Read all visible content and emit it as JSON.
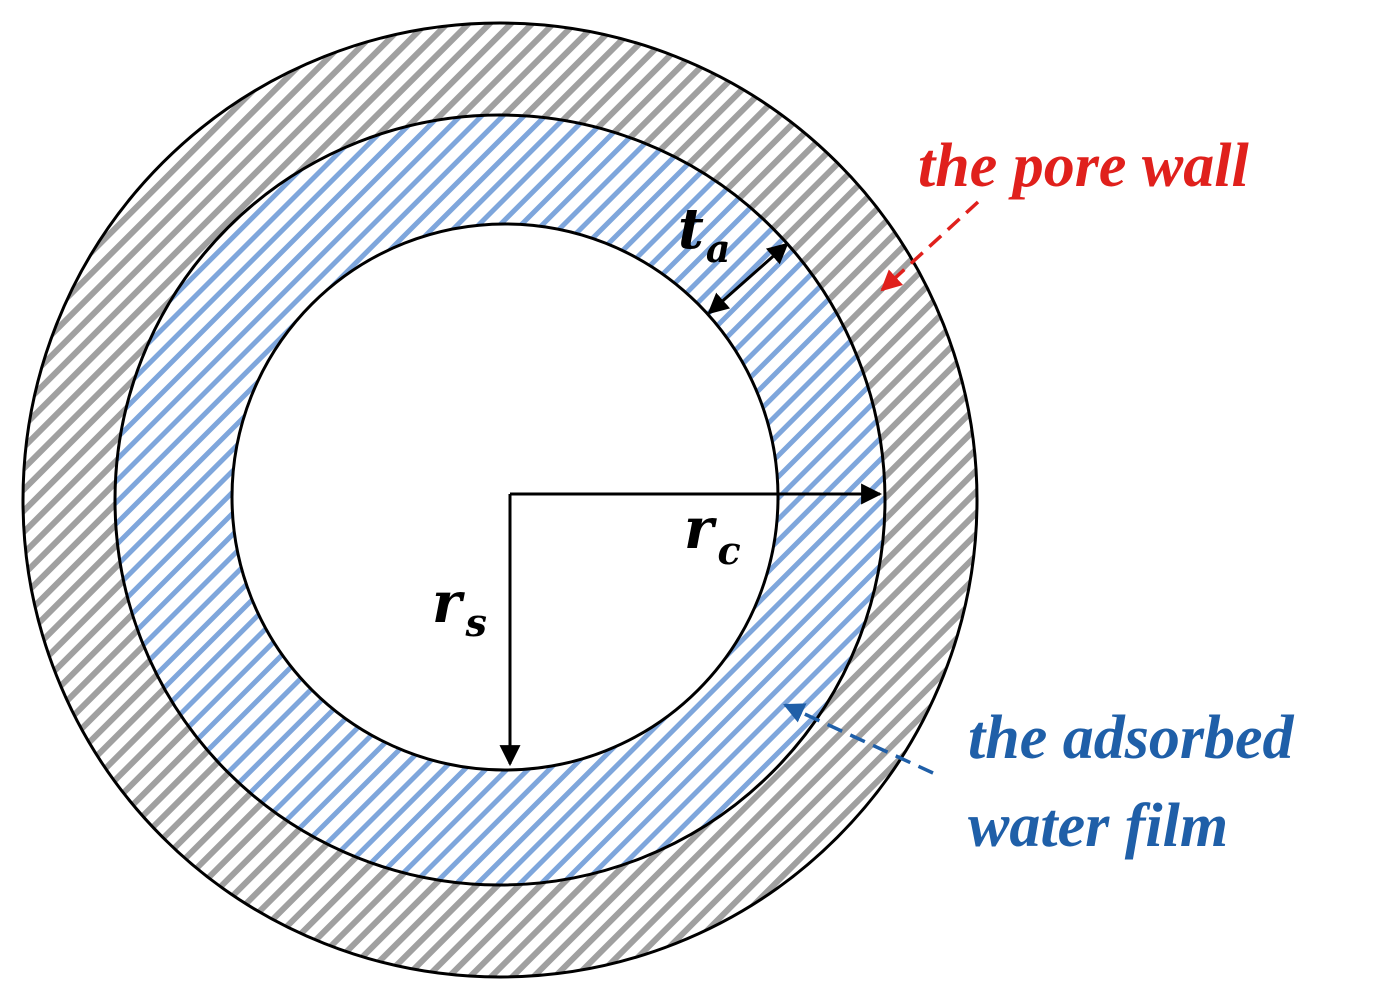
{
  "labels": {
    "pore_wall": "the pore wall",
    "adsorbed_line1": "the adsorbed",
    "adsorbed_line2": "water film",
    "t_main": "t",
    "t_sub": "a",
    "rc_main": "r",
    "rc_sub": "c",
    "rs_main": "r",
    "rs_sub": "s"
  },
  "colors": {
    "pore_wall_text": "#e0201c",
    "water_film_text": "#1f5fa8",
    "wall_hatch": "#a0a0a0",
    "film_hatch": "#7ea6dc",
    "outline": "#000000"
  }
}
